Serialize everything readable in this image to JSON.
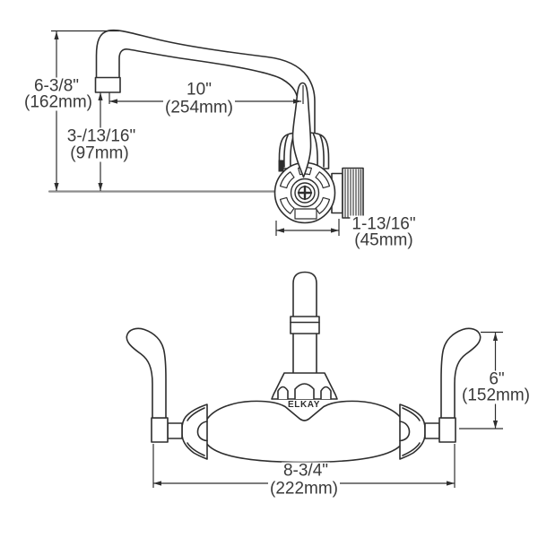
{
  "brand_label": "ELKAY",
  "dimensions": {
    "spout_height": {
      "inches": "6-3/8\"",
      "metric": "(162mm)"
    },
    "spout_outlet_height": {
      "inches": "3-/13/16\"",
      "metric": "(97mm)"
    },
    "spout_reach": {
      "inches": "10\"",
      "metric": "(254mm)"
    },
    "body_depth": {
      "inches": "1-13/16\"",
      "metric": "(45mm)"
    },
    "overall_width": {
      "inches": "8-3/4\"",
      "metric": "(222mm)"
    },
    "handle_height": {
      "inches": "6\"",
      "metric": "(152mm)"
    }
  },
  "colors": {
    "line": "#2e2e2e",
    "centerline": "#8c8c8c",
    "text": "#3a3a3a",
    "background": "#ffffff"
  }
}
